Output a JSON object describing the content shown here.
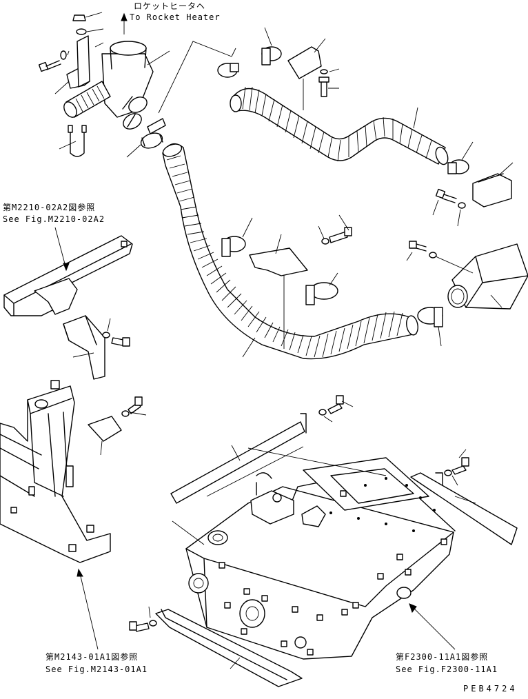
{
  "labels": {
    "heater_jp": "ロケットヒータヘ",
    "heater_en": "To Rocket Heater",
    "ref1_jp": "第M2210-02A2図参照",
    "ref1_en": "See Fig.M2210-02A2",
    "ref2_jp": "第M2143-01A1図参照",
    "ref2_en": "See Fig.M2143-01A1",
    "ref3_jp": "第F2300-11A1図参照",
    "ref3_en": "See Fig.F2300-11A1",
    "drawing_code": "PEB4724"
  }
}
